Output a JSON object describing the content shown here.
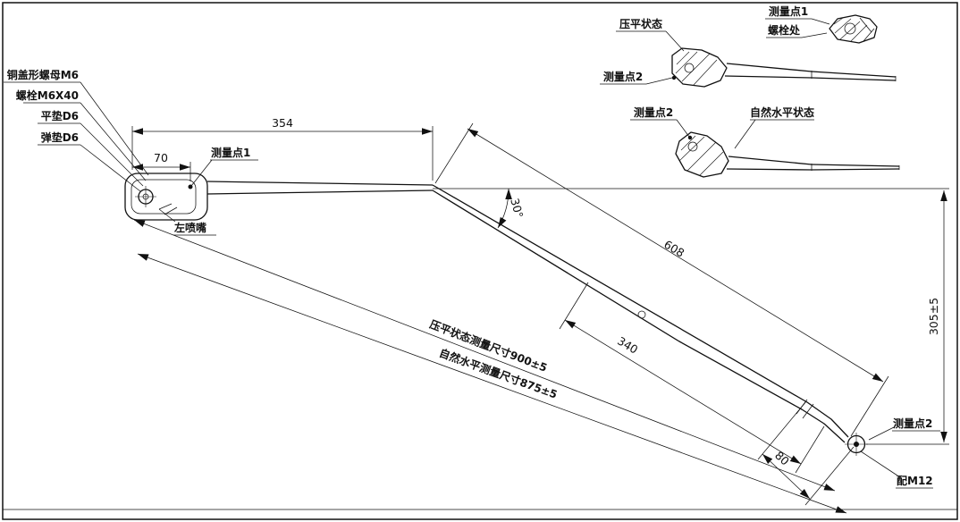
{
  "colors": {
    "line": "#111111",
    "background": "#ffffff"
  },
  "parts_list": {
    "cap_nut": "铜盖形螺母M6",
    "bolt": "螺栓M6X40",
    "flat_washer": "平垫D6",
    "spring_washer": "弹垫D6"
  },
  "plan_view": {
    "measure_point_1": "测量点1",
    "left_nozzle": "左喷嘴",
    "measure_point_2": "测量点2",
    "fit_m12": "配M12"
  },
  "detail_views": {
    "measure_point_1": "测量点1",
    "bolt_location": "螺栓处",
    "pressed_flat_state": "压平状态",
    "measure_point_2": "测量点2",
    "natural_level_state": "自然水平状态"
  },
  "dimensions": {
    "width_354": "354",
    "width_70": "70",
    "angle_30": "30°",
    "length_608": "608",
    "length_340": "340",
    "height_305": "305±5",
    "length_80": "80",
    "pressed_flat_overall": "压平状态测量尺寸900±5",
    "natural_level_overall": "自然水平测量尺寸875±5"
  }
}
